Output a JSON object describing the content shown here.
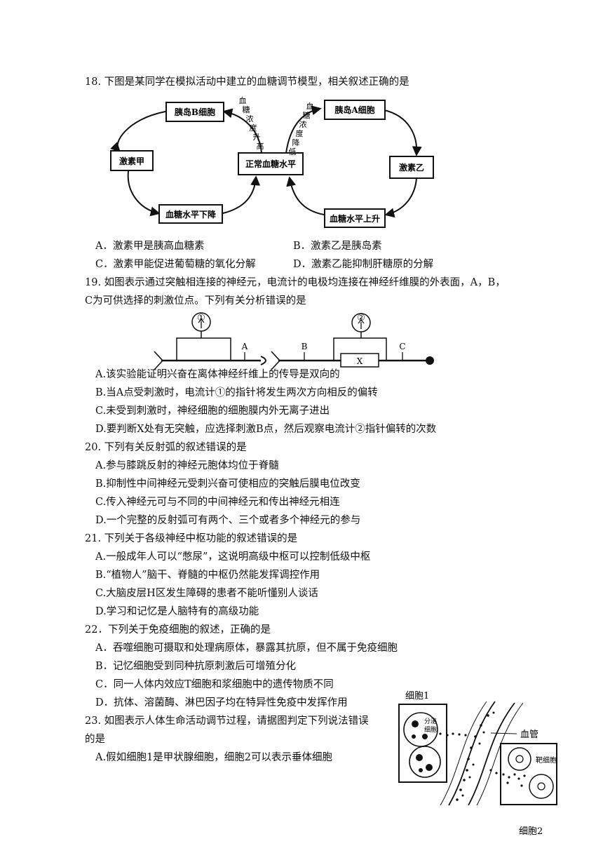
{
  "q18": {
    "stem": "18.  下图是某同学在模拟活动中建立的血糖调节模型，相关叙述正确的是",
    "diagram": {
      "b_cell": "胰岛B细胞",
      "a_cell": "胰岛A细胞",
      "hormone_jia": "激素甲",
      "hormone_yi": "激素乙",
      "normal": "正常血糖水平",
      "drop": "血糖水平下降",
      "rise": "血糖水平上升",
      "rise_label": [
        "血",
        "糖",
        "浓",
        "度",
        "升",
        "高"
      ],
      "fall_label": [
        "血",
        "糖",
        "浓",
        "度",
        "降",
        "低"
      ]
    },
    "options": {
      "A": "A．激素甲是胰高血糖素",
      "B": "B．激素乙是胰岛素",
      "C": "C．激素甲能促进葡萄糖的氧化分解",
      "D": "D．激素乙能抑制肝糖原的分解"
    }
  },
  "q19": {
    "stem_line1": "19.  如图表示通过突触相连接的神经元，电流计的电极均连接在神经纤维膜的外表面，A，B，",
    "stem_line2": "C为可供选择的刺激位点。下列有关分析错误的是",
    "diagram": {
      "meter1": "①",
      "meter2": "②",
      "pA": "A",
      "pB": "B",
      "pC": "C",
      "X": "X"
    },
    "options": {
      "A": "A.该实验能证明兴奋在离体神经纤维上的传导是双向的",
      "B": "B.当A点受刺激时，电流计①的指针将发生两次方向相反的偏转",
      "C": "C.未受到刺激时，神经细胞的细胞膜内外无离子进出",
      "D": "D.要判断X处有无突触，应选择刺激B点，然后观察电流计②指针偏转的次数"
    }
  },
  "q20": {
    "stem": "20.  下列有关反射弧的叙述错误的是",
    "options": {
      "A": "A.参与膝跳反射的神经元胞体均位于脊髓",
      "B": "B.抑制性中间神经元受刺兴奋可使相应的突触后膜电位改变",
      "C": "C.传入神经元可与不同的中间神经元和传出神经元相连",
      "D": "D.一个完整的反射弧可有两个、三个或者多个神经元的参与"
    }
  },
  "q21": {
    "stem": "21.  下列关于各级神经中枢功能的叙述错误的是",
    "options": {
      "A": "A.一般成年人可以“憋尿”，这说明高级中枢可以控制低级中枢",
      "B": "B.“植物人”脑干、脊髓的中枢仍然能发挥调控作用",
      "C": "C.大脑皮层H区发生障碍的患者不能听懂别人谈话",
      "D": "D.学习和记忆是人脑特有的高级功能"
    }
  },
  "q22": {
    "stem": "22．下列关于免疫细胞的叙述，正确的是",
    "options": {
      "A": "A．吞噬细胞可摄取和处理病原体，暴露其抗原，但不属于免疫细胞",
      "B": "B．记忆细胞受到同种抗原刺激后可增殖分化",
      "C": "C．同一人体内效应T细胞和浆细胞中的遗传物质不同",
      "D": "D．抗体、溶菌酶、淋巴因子均在特异性免疫中发挥作用"
    }
  },
  "q23": {
    "stem_line1": "23.  如图表示人体生命活动调节过程，请据图判定下列说法错误",
    "stem_line2": "的是",
    "diagram": {
      "cell1": "细胞1",
      "cell2": "细胞2",
      "vessel": "血管",
      "secretory": [
        "分泌",
        "细胞"
      ],
      "target": "靶细胞"
    },
    "options": {
      "A": "A.假如细胞1是甲状腺细胞，细胞2可以表示垂体细胞"
    }
  }
}
